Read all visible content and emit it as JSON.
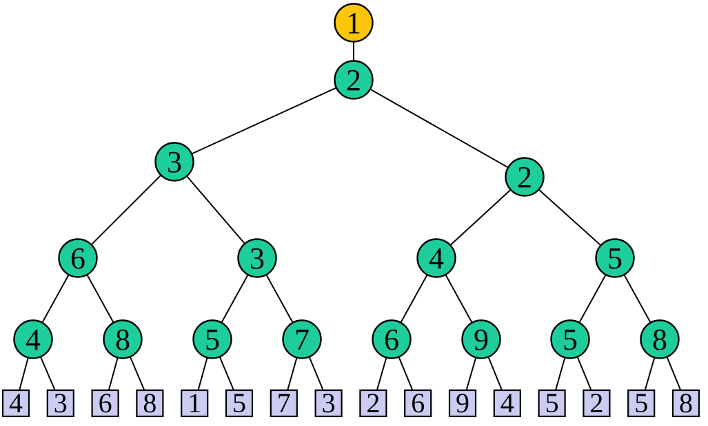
{
  "diagram": {
    "kind": "binary-tree",
    "background": "#ffffff",
    "colors": {
      "root_fill": "#FAC50A",
      "internal_fill": "#1DCE9C",
      "leaf_fill": "#CCCCF2",
      "stroke": "#000000",
      "text": "#000000"
    },
    "tree": {
      "value": "1",
      "type": "root",
      "children": [
        {
          "value": "2",
          "type": "internal",
          "children": [
            {
              "value": "3",
              "type": "internal",
              "children": [
                {
                  "value": "6",
                  "type": "internal",
                  "children": [
                    {
                      "value": "4",
                      "type": "internal",
                      "children": [
                        {
                          "value": "4",
                          "type": "leaf"
                        },
                        {
                          "value": "3",
                          "type": "leaf"
                        }
                      ]
                    },
                    {
                      "value": "8",
                      "type": "internal",
                      "children": [
                        {
                          "value": "6",
                          "type": "leaf"
                        },
                        {
                          "value": "8",
                          "type": "leaf"
                        }
                      ]
                    }
                  ]
                },
                {
                  "value": "3",
                  "type": "internal",
                  "children": [
                    {
                      "value": "5",
                      "type": "internal",
                      "children": [
                        {
                          "value": "1",
                          "type": "leaf"
                        },
                        {
                          "value": "5",
                          "type": "leaf"
                        }
                      ]
                    },
                    {
                      "value": "7",
                      "type": "internal",
                      "children": [
                        {
                          "value": "7",
                          "type": "leaf"
                        },
                        {
                          "value": "3",
                          "type": "leaf"
                        }
                      ]
                    }
                  ]
                }
              ]
            },
            {
              "value": "2",
              "type": "internal",
              "children": [
                {
                  "value": "4",
                  "type": "internal",
                  "children": [
                    {
                      "value": "6",
                      "type": "internal",
                      "children": [
                        {
                          "value": "2",
                          "type": "leaf"
                        },
                        {
                          "value": "6",
                          "type": "leaf"
                        }
                      ]
                    },
                    {
                      "value": "9",
                      "type": "internal",
                      "children": [
                        {
                          "value": "9",
                          "type": "leaf"
                        },
                        {
                          "value": "4",
                          "type": "leaf"
                        }
                      ]
                    }
                  ]
                },
                {
                  "value": "5",
                  "type": "internal",
                  "children": [
                    {
                      "value": "5",
                      "type": "internal",
                      "children": [
                        {
                          "value": "5",
                          "type": "leaf"
                        },
                        {
                          "value": "2",
                          "type": "leaf"
                        }
                      ]
                    },
                    {
                      "value": "8",
                      "type": "internal",
                      "children": [
                        {
                          "value": "5",
                          "type": "leaf"
                        },
                        {
                          "value": "8",
                          "type": "leaf"
                        }
                      ]
                    }
                  ]
                }
              ]
            }
          ]
        }
      ]
    }
  }
}
